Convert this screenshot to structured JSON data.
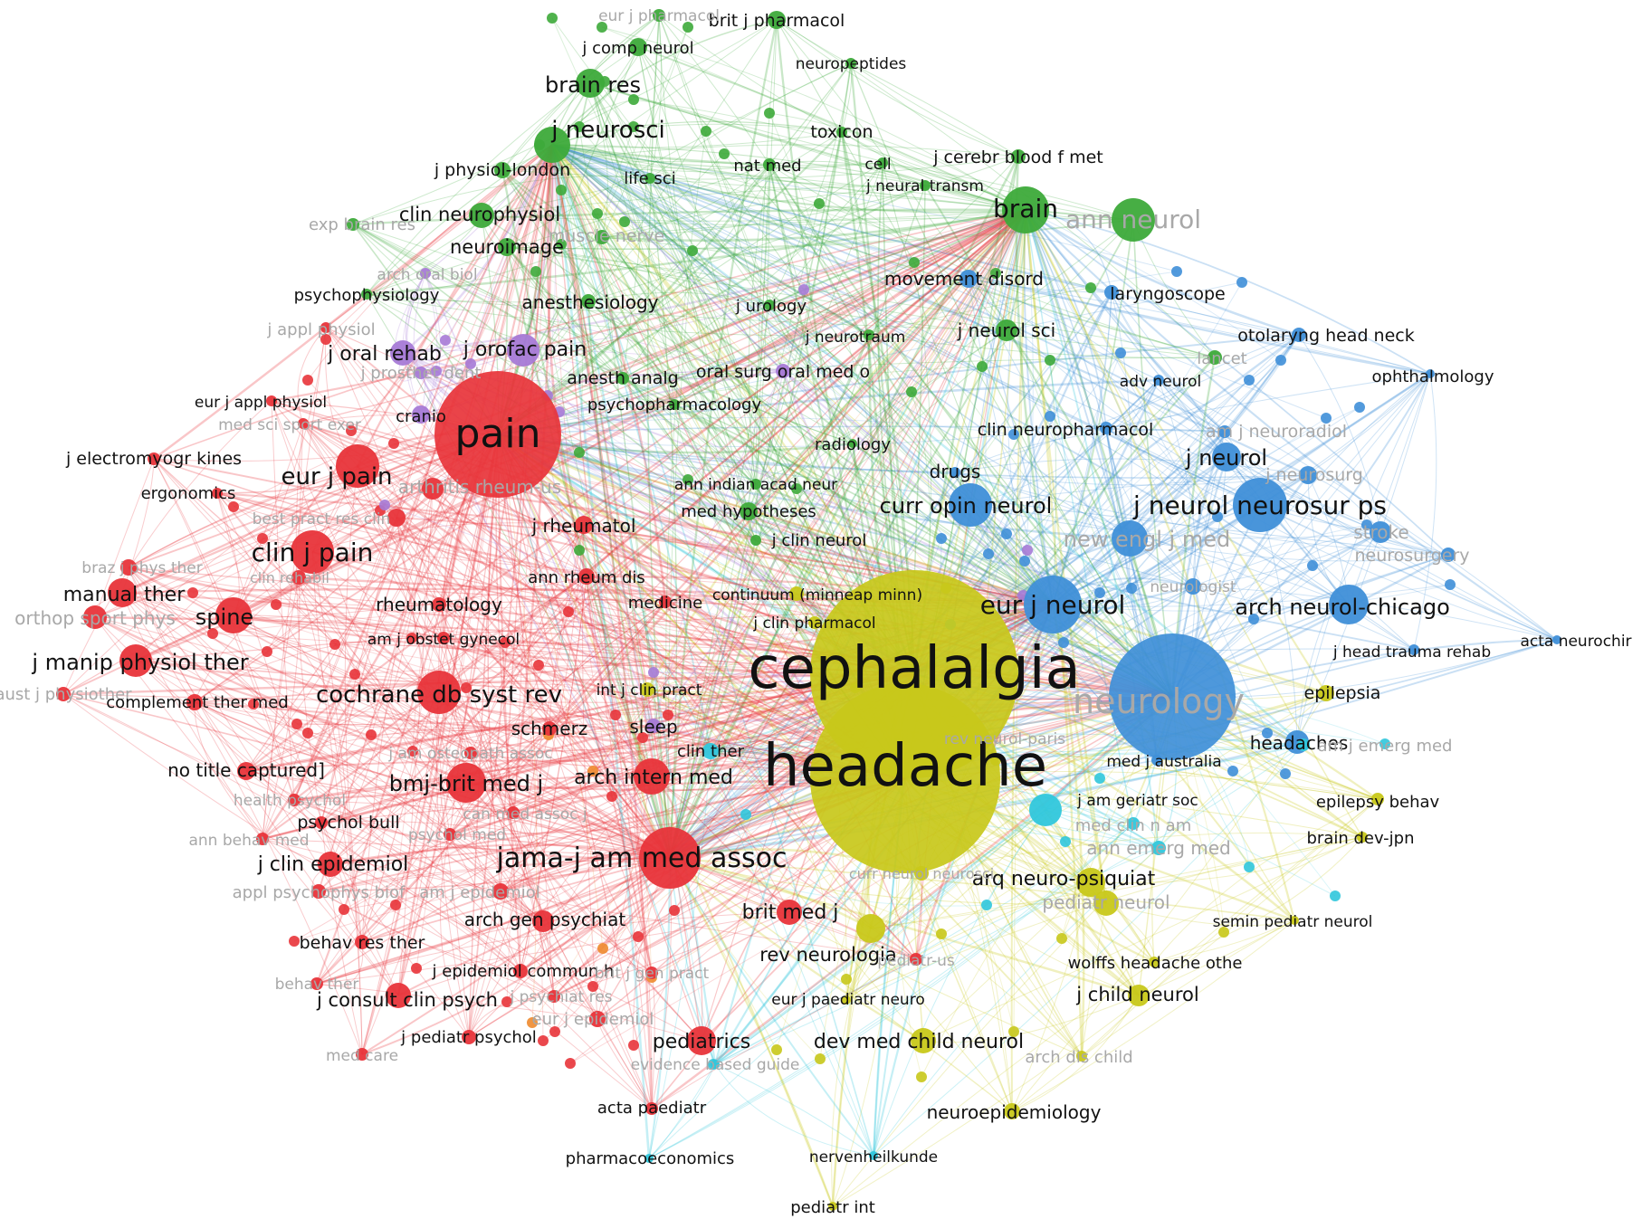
{
  "colors": {
    "red": "#e8343a",
    "green": "#3daa3a",
    "blue": "#3f8fd8",
    "yellow": "#c8c81a",
    "purple": "#a67ad6",
    "cyan": "#30c7dc",
    "orange": "#ee8a2e",
    "label_dark": "#111111",
    "label_faded": "#a8a8a8"
  },
  "nodes": [
    {
      "id": "cephalalgia",
      "label": "cephalalgia",
      "cluster": "yellow",
      "size": 115
    },
    {
      "id": "headache",
      "label": "headache",
      "cluster": "yellow",
      "size": 105
    },
    {
      "id": "neurology",
      "label": "neurology",
      "cluster": "blue",
      "size": 70,
      "faded": true
    },
    {
      "id": "pain",
      "label": "pain",
      "cluster": "red",
      "size": 70
    },
    {
      "id": "brain",
      "label": "brain",
      "cluster": "green",
      "size": 26
    },
    {
      "id": "ann_neurol",
      "label": "ann neurol",
      "cluster": "green",
      "size": 24,
      "faded": true
    },
    {
      "id": "eur_j_neurol",
      "label": "eur j neurol",
      "cluster": "blue",
      "size": 32
    },
    {
      "id": "j_neurol_neurosur_ps",
      "label": "j neurol neurosur ps",
      "cluster": "blue",
      "size": 30
    },
    {
      "id": "curr_opin_neurol",
      "label": "curr opin neurol",
      "cluster": "blue",
      "size": 24
    },
    {
      "id": "arch_neurol_chicago",
      "label": "arch neurol-chicago",
      "cluster": "blue",
      "size": 22
    },
    {
      "id": "j_neurol",
      "label": "j neurol",
      "cluster": "blue",
      "size": 16
    },
    {
      "id": "new_engl_j_med",
      "label": "new engl j med",
      "cluster": "blue",
      "size": 20,
      "faded": true
    },
    {
      "id": "jama",
      "label": "jama-j am med assoc",
      "cluster": "red",
      "size": 34
    },
    {
      "id": "cochrane",
      "label": "cochrane db syst rev",
      "cluster": "red",
      "size": 24
    },
    {
      "id": "clin_j_pain",
      "label": "clin j pain",
      "cluster": "red",
      "size": 24
    },
    {
      "id": "eur_j_pain",
      "label": "eur j pain",
      "cluster": "red",
      "size": 24
    },
    {
      "id": "bmj",
      "label": "bmj-brit med j",
      "cluster": "red",
      "size": 22
    },
    {
      "id": "spine",
      "label": "spine",
      "cluster": "red",
      "size": 20
    },
    {
      "id": "j_manip",
      "label": "j manip physiol ther",
      "cluster": "red",
      "size": 18
    },
    {
      "id": "manual_ther",
      "label": "manual ther",
      "cluster": "red",
      "size": 16
    },
    {
      "id": "j_neurosci",
      "label": "j neurosci",
      "cluster": "green",
      "size": 20
    },
    {
      "id": "brain_res",
      "label": "brain res",
      "cluster": "green",
      "size": 16
    },
    {
      "id": "clin_neurophysiol",
      "label": "clin neurophysiol",
      "cluster": "green",
      "size": 14
    },
    {
      "id": "j_orofac_pain",
      "label": "j orofac pain",
      "cluster": "purple",
      "size": 18
    },
    {
      "id": "arq_neuro",
      "label": "arq neuro-psiquiat",
      "cluster": "yellow",
      "size": 16
    },
    {
      "id": "dev_med_child_neurol",
      "label": "dev med child neurol",
      "cluster": "yellow",
      "size": 14
    },
    {
      "id": "j_child_neurol",
      "label": "j child neurol",
      "cluster": "yellow",
      "size": 12
    },
    {
      "id": "rev_neurologia",
      "label": "rev neurologia",
      "cluster": "yellow",
      "size": 16
    },
    {
      "id": "brit_med_j",
      "label": "brit med j",
      "cluster": "red",
      "size": 14
    },
    {
      "id": "pediatrics",
      "label": "pediatrics",
      "cluster": "red",
      "size": 16
    },
    {
      "id": "arch_intern_med",
      "label": "arch intern med",
      "cluster": "red",
      "size": 20
    },
    {
      "id": "arch_gen_psychiat",
      "label": "arch gen psychiat",
      "cluster": "red",
      "size": 12
    },
    {
      "id": "j_clin_epidemiol",
      "label": "j clin epidemiol",
      "cluster": "red",
      "size": 14
    },
    {
      "id": "j_consult_clin_psych",
      "label": "j consult clin psych",
      "cluster": "red",
      "size": 14
    },
    {
      "id": "epilepsia",
      "label": "epilepsia",
      "cluster": "yellow",
      "size": 9
    },
    {
      "id": "headaches",
      "label": "headaches",
      "cluster": "blue",
      "size": 13
    },
    {
      "id": "movement_disord",
      "label": "movement disord",
      "cluster": "blue",
      "size": 10
    },
    {
      "id": "laryngoscope",
      "label": "laryngoscope",
      "cluster": "blue",
      "size": 8
    },
    {
      "id": "otolaryng",
      "label": "otolaryng head neck",
      "cluster": "blue",
      "size": 8
    },
    {
      "id": "ophthalmology",
      "label": "ophthalmology",
      "cluster": "blue",
      "size": 5
    },
    {
      "id": "acta_neurochir",
      "label": "acta neurochir",
      "cluster": "blue",
      "size": 5
    },
    {
      "id": "j_head_trauma",
      "label": "j head trauma rehab",
      "cluster": "blue",
      "size": 6
    },
    {
      "id": "stroke",
      "label": "stroke",
      "cluster": "blue",
      "size": 12,
      "faded": true
    },
    {
      "id": "neurosurgery",
      "label": "neurosurgery",
      "cluster": "blue",
      "size": 8,
      "faded": true
    },
    {
      "id": "neurologist",
      "label": "neurologist",
      "cluster": "blue",
      "size": 9,
      "faded": true
    },
    {
      "id": "j_neurosurg",
      "label": "j neurosurg",
      "cluster": "blue",
      "size": 10,
      "faded": true
    },
    {
      "id": "am_j_neuroradiol",
      "label": "am j neuroradiol",
      "cluster": "blue",
      "size": 7,
      "faded": true
    },
    {
      "id": "clin_neuropharmacol",
      "label": "clin neuropharmacol",
      "cluster": "blue",
      "size": 7
    },
    {
      "id": "adv_neurol",
      "label": "adv neurol",
      "cluster": "blue",
      "size": 6
    },
    {
      "id": "lancet",
      "label": "lancet",
      "cluster": "green",
      "size": 8,
      "faded": true
    },
    {
      "id": "j_neurol_sci",
      "label": "j neurol sci",
      "cluster": "green",
      "size": 12
    },
    {
      "id": "med_j_australia",
      "label": "med j australia",
      "cluster": "blue",
      "size": 6
    },
    {
      "id": "j_am_geriatr_soc",
      "label": "j am geriatr soc",
      "cluster": "cyan",
      "size": 18
    },
    {
      "id": "med_clin_n_am",
      "label": "med clin n am",
      "cluster": "cyan",
      "size": 7,
      "faded": true
    },
    {
      "id": "ann_emerg_med",
      "label": "ann emerg med",
      "cluster": "cyan",
      "size": 8,
      "faded": true
    },
    {
      "id": "am_j_emerg_med",
      "label": "am j emerg med",
      "cluster": "cyan",
      "size": 7,
      "faded": true
    },
    {
      "id": "epilepsy_behav",
      "label": "epilepsy behav",
      "cluster": "yellow",
      "size": 7
    },
    {
      "id": "brain_dev_jpn",
      "label": "brain dev-jpn",
      "cluster": "yellow",
      "size": 6
    },
    {
      "id": "semin_pediatr_neurol",
      "label": "semin pediatr neurol",
      "cluster": "yellow",
      "size": 5
    },
    {
      "id": "pediatr_neurol",
      "label": "pediatr neurol",
      "cluster": "yellow",
      "size": 14,
      "faded": true
    },
    {
      "id": "wolffs",
      "label": "wolffs headache othe",
      "cluster": "yellow",
      "size": 6
    },
    {
      "id": "arch_dis_child",
      "label": "arch dis child",
      "cluster": "yellow",
      "size": 6,
      "faded": true
    },
    {
      "id": "neuroepidemiology",
      "label": "neuroepidemiology",
      "cluster": "yellow",
      "size": 9
    },
    {
      "id": "nervenheilkunde",
      "label": "nervenheilkunde",
      "cluster": "cyan",
      "size": 5
    },
    {
      "id": "pediatr_int",
      "label": "pediatr int",
      "cluster": "yellow",
      "size": 5
    },
    {
      "id": "pharmacoeconomics",
      "label": "pharmacoeconomics",
      "cluster": "cyan",
      "size": 5
    },
    {
      "id": "acta_paediatr",
      "label": "acta paediatr",
      "cluster": "red",
      "size": 7
    },
    {
      "id": "evidence_based_guide",
      "label": "evidence based guide",
      "cluster": "cyan",
      "size": 5,
      "faded": true
    },
    {
      "id": "eur_j_paediatr_neuro",
      "label": "eur j paediatr neuro",
      "cluster": "yellow",
      "size": 5
    },
    {
      "id": "pediatr_us",
      "label": "pediatr-us",
      "cluster": "red",
      "size": 7,
      "faded": true
    },
    {
      "id": "curr_neurol_neurosci",
      "label": "curr neurol neurosci",
      "cluster": "yellow",
      "size": 8,
      "faded": true
    },
    {
      "id": "rev_neurol",
      "label": "rev neurol-paris",
      "cluster": "yellow",
      "size": 7,
      "faded": true
    },
    {
      "id": "j_clin_pharmacol",
      "label": "j clin pharmacol",
      "cluster": "yellow",
      "size": 7
    },
    {
      "id": "continuum",
      "label": "continuum (minneap minn)",
      "cluster": "yellow",
      "size": 8
    },
    {
      "id": "int_j_clin_pract",
      "label": "int j clin pract",
      "cluster": "yellow",
      "size": 8
    },
    {
      "id": "clin_ther",
      "label": "clin ther",
      "cluster": "cyan",
      "size": 9
    },
    {
      "id": "sleep",
      "label": "sleep",
      "cluster": "purple",
      "size": 8
    },
    {
      "id": "schmerz",
      "label": "schmerz",
      "cluster": "red",
      "size": 8
    },
    {
      "id": "medicine",
      "label": "medicine",
      "cluster": "red",
      "size": 7
    },
    {
      "id": "j_clin_neurol",
      "label": "j clin neurol",
      "cluster": "green",
      "size": 6
    },
    {
      "id": "med_hypotheses",
      "label": "med hypotheses",
      "cluster": "green",
      "size": 10
    },
    {
      "id": "ann_indian",
      "label": "ann indian acad neur",
      "cluster": "green",
      "size": 6
    },
    {
      "id": "j_rheumatol",
      "label": "j rheumatol",
      "cluster": "red",
      "size": 10
    },
    {
      "id": "ann_rheum_dis",
      "label": "ann rheum dis",
      "cluster": "red",
      "size": 9
    },
    {
      "id": "rheumatology",
      "label": "rheumatology",
      "cluster": "red",
      "size": 8
    },
    {
      "id": "am_j_obstet",
      "label": "am j obstet gynecol",
      "cluster": "red",
      "size": 7
    },
    {
      "id": "drugs",
      "label": "drugs",
      "cluster": "blue",
      "size": 6
    },
    {
      "id": "radiology",
      "label": "radiology",
      "cluster": "green",
      "size": 5
    },
    {
      "id": "psychopharmacology",
      "label": "psychopharmacology",
      "cluster": "green",
      "size": 6
    },
    {
      "id": "oral_surg",
      "label": "oral surg oral med o",
      "cluster": "purple",
      "size": 8
    },
    {
      "id": "anesth_analg",
      "label": "anesth analg",
      "cluster": "green",
      "size": 7
    },
    {
      "id": "cranio",
      "label": "cranio",
      "cluster": "purple",
      "size": 10
    },
    {
      "id": "j_oral_rehab",
      "label": "j oral rehab",
      "cluster": "purple",
      "size": 14
    },
    {
      "id": "j_prosthet",
      "label": "j prosthet dent",
      "cluster": "purple",
      "size": 7,
      "faded": true
    },
    {
      "id": "j_appl_physiol",
      "label": "j appl physiol",
      "cluster": "red",
      "size": 6,
      "faded": true
    },
    {
      "id": "psychophysiology",
      "label": "psychophysiology",
      "cluster": "green",
      "size": 6
    },
    {
      "id": "arch_oral_biol",
      "label": "arch oral biol",
      "cluster": "purple",
      "size": 6,
      "faded": true
    },
    {
      "id": "exp_brain_res",
      "label": "exp brain res",
      "cluster": "green",
      "size": 7,
      "faded": true
    },
    {
      "id": "anesthesiology",
      "label": "anesthesiology",
      "cluster": "green",
      "size": 8
    },
    {
      "id": "j_urology",
      "label": "j urology",
      "cluster": "green",
      "size": 6
    },
    {
      "id": "j_neurotraum",
      "label": "j neurotraum",
      "cluster": "green",
      "size": 6
    },
    {
      "id": "neuroimage",
      "label": "neuroimage",
      "cluster": "green",
      "size": 10
    },
    {
      "id": "muscle_nerve",
      "label": "muscle nerve",
      "cluster": "green",
      "size": 8,
      "faded": true
    },
    {
      "id": "j_physiol_london",
      "label": "j physiol-london",
      "cluster": "green",
      "size": 9
    },
    {
      "id": "life_sci",
      "label": "life sci",
      "cluster": "green",
      "size": 6
    },
    {
      "id": "nat_med",
      "label": "nat med",
      "cluster": "green",
      "size": 7
    },
    {
      "id": "cell",
      "label": "cell",
      "cluster": "green",
      "size": 6
    },
    {
      "id": "j_cerebr",
      "label": "j cerebr blood f met",
      "cluster": "green",
      "size": 8
    },
    {
      "id": "j_neural_transm",
      "label": "j neural transm",
      "cluster": "green",
      "size": 6
    },
    {
      "id": "toxicon",
      "label": "toxicon",
      "cluster": "green",
      "size": 6
    },
    {
      "id": "neuropeptides",
      "label": "neuropeptides",
      "cluster": "green",
      "size": 6
    },
    {
      "id": "j_comp_neurol",
      "label": "j comp neurol",
      "cluster": "green",
      "size": 10
    },
    {
      "id": "brit_j_pharmacol",
      "label": "brit j pharmacol",
      "cluster": "green",
      "size": 10
    },
    {
      "id": "eur_j_pharmacol",
      "label": "eur j pharmacol",
      "cluster": "green",
      "size": 7,
      "faded": true
    },
    {
      "id": "eur_j_appl_physiol",
      "label": "eur j appl physiol",
      "cluster": "red",
      "size": 6
    },
    {
      "id": "med_sci_sport",
      "label": "med sci sport exer",
      "cluster": "red",
      "size": 6,
      "faded": true
    },
    {
      "id": "j_electromyogr",
      "label": "j electromyogr kines",
      "cluster": "red",
      "size": 7
    },
    {
      "id": "ergonomics",
      "label": "ergonomics",
      "cluster": "red",
      "size": 6
    },
    {
      "id": "arthritis_rheum",
      "label": "arthritis rheum-us",
      "cluster": "red",
      "size": 12,
      "faded": true
    },
    {
      "id": "best_pract",
      "label": "best pract res clin",
      "cluster": "red",
      "size": 10,
      "faded": true
    },
    {
      "id": "braz_j_phys_ther",
      "label": "braz j phys ther",
      "cluster": "red",
      "size": 9,
      "faded": true
    },
    {
      "id": "clin_rehabil",
      "label": "clin rehabil",
      "cluster": "red",
      "size": 8,
      "faded": true
    },
    {
      "id": "orthop_sport",
      "label": "orthop sport phys",
      "cluster": "red",
      "size": 13,
      "faded": true
    },
    {
      "id": "aust_j_physiother",
      "label": "aust j physiother",
      "cluster": "red",
      "size": 8,
      "faded": true
    },
    {
      "id": "complement_ther",
      "label": "complement ther med",
      "cluster": "red",
      "size": 9
    },
    {
      "id": "no_title",
      "label": "no title captured]",
      "cluster": "red",
      "size": 10
    },
    {
      "id": "j_am_osteopath",
      "label": "j am osteopath assoc",
      "cluster": "red",
      "size": 7,
      "faded": true
    },
    {
      "id": "health_psychol",
      "label": "health psychol",
      "cluster": "red",
      "size": 7,
      "faded": true
    },
    {
      "id": "psychol_bull",
      "label": "psychol bull",
      "cluster": "red",
      "size": 7
    },
    {
      "id": "ann_behav_med",
      "label": "ann behav med",
      "cluster": "red",
      "size": 7,
      "faded": true
    },
    {
      "id": "psychol_med",
      "label": "psychol med",
      "cluster": "red",
      "size": 7,
      "faded": true
    },
    {
      "id": "can_med_assoc_j",
      "label": "can med assoc j",
      "cluster": "red",
      "size": 7,
      "faded": true
    },
    {
      "id": "appl_psychophys",
      "label": "appl psychophys biof",
      "cluster": "red",
      "size": 8,
      "faded": true
    },
    {
      "id": "am_j_epidemiol",
      "label": "am j epidemiol",
      "cluster": "red",
      "size": 9,
      "faded": true
    },
    {
      "id": "behav_res_ther",
      "label": "behav res ther",
      "cluster": "red",
      "size": 8
    },
    {
      "id": "j_epidemiol_commun",
      "label": "j epidemiol commun h",
      "cluster": "red",
      "size": 8
    },
    {
      "id": "brit_j_gen_pract",
      "label": "brit j gen pract",
      "cluster": "red",
      "size": 7,
      "faded": true
    },
    {
      "id": "j_psychiat_res",
      "label": "j psychiat res",
      "cluster": "red",
      "size": 7,
      "faded": true
    },
    {
      "id": "behav_ther",
      "label": "behav ther",
      "cluster": "red",
      "size": 7,
      "faded": true
    },
    {
      "id": "eur_j_epidemiol",
      "label": "eur j epidemiol",
      "cluster": "red",
      "size": 9,
      "faded": true
    },
    {
      "id": "j_pediatr_psychol",
      "label": "j pediatr psychol",
      "cluster": "red",
      "size": 8
    },
    {
      "id": "med_care",
      "label": "med care",
      "cluster": "red",
      "size": 7,
      "faded": true
    }
  ]
}
